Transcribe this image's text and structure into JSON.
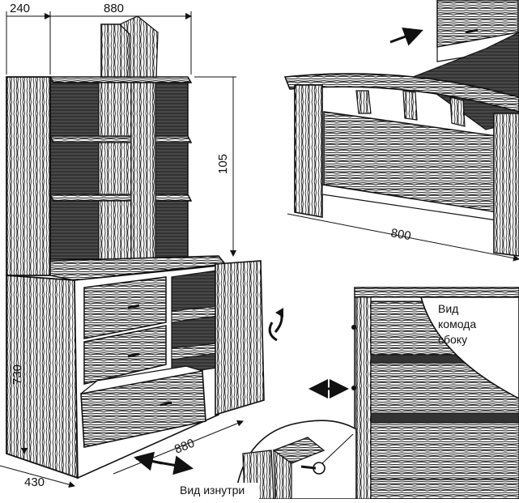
{
  "dimensions": {
    "top_left_depth": "240",
    "top_width": "880",
    "shelf_height": "105",
    "bed_width": "800",
    "chest_height": "730",
    "chest_width": "880",
    "chest_depth": "430"
  },
  "labels": {
    "side_view_line1": "Вид",
    "side_view_line2": "комода",
    "side_view_line3": "сбоку",
    "inside_view": "Вид изнутри"
  },
  "colors": {
    "ink": "#111111",
    "wood": "#5a4a3a",
    "paper": "#ffffff"
  }
}
